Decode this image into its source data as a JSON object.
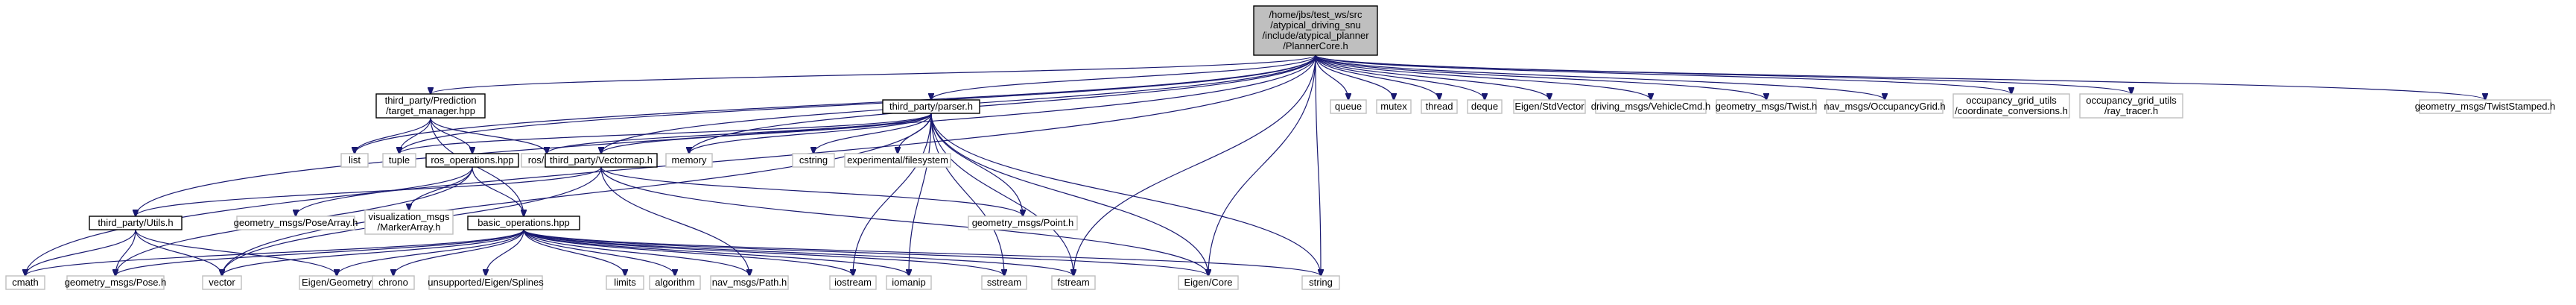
{
  "nodes": [
    {
      "id": "root",
      "kind": "root",
      "lines": [
        "/home/jbs/test_ws/src",
        "/atypical_driving_snu",
        "/include/atypical_planner",
        "/PlannerCore.h"
      ]
    },
    {
      "id": "prediction",
      "kind": "doc",
      "lines": [
        "third_party/Prediction",
        "/target_manager.hpp"
      ]
    },
    {
      "id": "parser",
      "kind": "doc",
      "lines": [
        "third_party/parser.h"
      ]
    },
    {
      "id": "queue",
      "kind": "ext",
      "lines": [
        "queue"
      ]
    },
    {
      "id": "mutex",
      "kind": "ext",
      "lines": [
        "mutex"
      ]
    },
    {
      "id": "thread",
      "kind": "ext",
      "lines": [
        "thread"
      ]
    },
    {
      "id": "deque",
      "kind": "ext",
      "lines": [
        "deque"
      ]
    },
    {
      "id": "stdvector",
      "kind": "ext",
      "lines": [
        "Eigen/StdVector"
      ]
    },
    {
      "id": "vehiclecmd",
      "kind": "ext",
      "lines": [
        "driving_msgs/VehicleCmd.h"
      ]
    },
    {
      "id": "twist",
      "kind": "ext",
      "lines": [
        "geometry_msgs/Twist.h"
      ]
    },
    {
      "id": "occgrid",
      "kind": "ext",
      "lines": [
        "nav_msgs/OccupancyGrid.h"
      ]
    },
    {
      "id": "coordconv",
      "kind": "ext",
      "lines": [
        "occupancy_grid_utils",
        "/coordinate_conversions.h"
      ]
    },
    {
      "id": "raytracer",
      "kind": "ext",
      "lines": [
        "occupancy_grid_utils",
        "/ray_tracer.h"
      ]
    },
    {
      "id": "twiststamped",
      "kind": "ext",
      "lines": [
        "geometry_msgs/TwistStamped.h"
      ]
    },
    {
      "id": "list",
      "kind": "ext",
      "lines": [
        "list"
      ]
    },
    {
      "id": "tuple",
      "kind": "ext",
      "lines": [
        "tuple"
      ]
    },
    {
      "id": "rosops",
      "kind": "doc",
      "lines": [
        "ros_operations.hpp"
      ]
    },
    {
      "id": "rosros",
      "kind": "ext",
      "lines": [
        "ros/ros.h"
      ]
    },
    {
      "id": "vectormap",
      "kind": "doc",
      "lines": [
        "third_party/Vectormap.h"
      ]
    },
    {
      "id": "memory",
      "kind": "ext",
      "lines": [
        "memory"
      ]
    },
    {
      "id": "cstring",
      "kind": "ext",
      "lines": [
        "cstring"
      ]
    },
    {
      "id": "filesystem",
      "kind": "ext",
      "lines": [
        "experimental/filesystem"
      ]
    },
    {
      "id": "utils",
      "kind": "doc",
      "lines": [
        "third_party/Utils.h"
      ]
    },
    {
      "id": "posearray",
      "kind": "ext",
      "lines": [
        "geometry_msgs/PoseArray.h"
      ]
    },
    {
      "id": "markerarray",
      "kind": "ext",
      "lines": [
        "visualization_msgs",
        "/MarkerArray.h"
      ]
    },
    {
      "id": "basicops",
      "kind": "doc",
      "lines": [
        "basic_operations.hpp"
      ]
    },
    {
      "id": "point",
      "kind": "ext",
      "lines": [
        "geometry_msgs/Point.h"
      ]
    },
    {
      "id": "cmath",
      "kind": "ext",
      "lines": [
        "cmath"
      ]
    },
    {
      "id": "pose",
      "kind": "ext",
      "lines": [
        "geometry_msgs/Pose.h"
      ]
    },
    {
      "id": "vector",
      "kind": "ext",
      "lines": [
        "vector"
      ]
    },
    {
      "id": "geometry",
      "kind": "ext",
      "lines": [
        "Eigen/Geometry"
      ]
    },
    {
      "id": "chrono",
      "kind": "ext",
      "lines": [
        "chrono"
      ]
    },
    {
      "id": "splines",
      "kind": "ext",
      "lines": [
        "unsupported/Eigen/Splines"
      ]
    },
    {
      "id": "limits",
      "kind": "ext",
      "lines": [
        "limits"
      ]
    },
    {
      "id": "algorithm",
      "kind": "ext",
      "lines": [
        "algorithm"
      ]
    },
    {
      "id": "path",
      "kind": "ext",
      "lines": [
        "nav_msgs/Path.h"
      ]
    },
    {
      "id": "iostream",
      "kind": "ext",
      "lines": [
        "iostream"
      ]
    },
    {
      "id": "iomanip",
      "kind": "ext",
      "lines": [
        "iomanip"
      ]
    },
    {
      "id": "sstream",
      "kind": "ext",
      "lines": [
        "sstream"
      ]
    },
    {
      "id": "fstream",
      "kind": "ext",
      "lines": [
        "fstream"
      ]
    },
    {
      "id": "eigencore",
      "kind": "ext",
      "lines": [
        "Eigen/Core"
      ]
    },
    {
      "id": "string",
      "kind": "ext",
      "lines": [
        "string"
      ]
    }
  ],
  "edges": [
    [
      "root",
      "prediction"
    ],
    [
      "root",
      "parser"
    ],
    [
      "root",
      "queue"
    ],
    [
      "root",
      "mutex"
    ],
    [
      "root",
      "thread"
    ],
    [
      "root",
      "deque"
    ],
    [
      "root",
      "stdvector"
    ],
    [
      "root",
      "vehiclecmd"
    ],
    [
      "root",
      "twist"
    ],
    [
      "root",
      "occgrid"
    ],
    [
      "root",
      "coordconv"
    ],
    [
      "root",
      "raytracer"
    ],
    [
      "root",
      "twiststamped"
    ],
    [
      "root",
      "list"
    ],
    [
      "root",
      "tuple"
    ],
    [
      "root",
      "memory"
    ],
    [
      "root",
      "vectormap"
    ],
    [
      "root",
      "utils"
    ],
    [
      "root",
      "cmath"
    ],
    [
      "root",
      "fstream"
    ],
    [
      "root",
      "eigencore"
    ],
    [
      "root",
      "string"
    ],
    [
      "prediction",
      "list"
    ],
    [
      "prediction",
      "tuple"
    ],
    [
      "prediction",
      "rosops"
    ],
    [
      "prediction",
      "rosros"
    ],
    [
      "prediction",
      "basicops"
    ],
    [
      "parser",
      "tuple"
    ],
    [
      "parser",
      "rosros"
    ],
    [
      "parser",
      "vectormap"
    ],
    [
      "parser",
      "memory"
    ],
    [
      "parser",
      "cstring"
    ],
    [
      "parser",
      "filesystem"
    ],
    [
      "parser",
      "point"
    ],
    [
      "parser",
      "iostream"
    ],
    [
      "parser",
      "iomanip"
    ],
    [
      "parser",
      "sstream"
    ],
    [
      "parser",
      "fstream"
    ],
    [
      "parser",
      "eigencore"
    ],
    [
      "parser",
      "string"
    ],
    [
      "parser",
      "vector"
    ],
    [
      "rosops",
      "pose"
    ],
    [
      "rosops",
      "posearray"
    ],
    [
      "rosops",
      "markerarray"
    ],
    [
      "rosops",
      "basicops"
    ],
    [
      "vectormap",
      "utils"
    ],
    [
      "vectormap",
      "point"
    ],
    [
      "vectormap",
      "path"
    ],
    [
      "vectormap",
      "eigencore"
    ],
    [
      "vectormap",
      "vector"
    ],
    [
      "utils",
      "cmath"
    ],
    [
      "utils",
      "pose"
    ],
    [
      "utils",
      "vector"
    ],
    [
      "utils",
      "geometry"
    ],
    [
      "basicops",
      "vector"
    ],
    [
      "basicops",
      "geometry"
    ],
    [
      "basicops",
      "chrono"
    ],
    [
      "basicops",
      "splines"
    ],
    [
      "basicops",
      "limits"
    ],
    [
      "basicops",
      "algorithm"
    ],
    [
      "basicops",
      "path"
    ],
    [
      "basicops",
      "iostream"
    ],
    [
      "basicops",
      "iomanip"
    ],
    [
      "basicops",
      "sstream"
    ],
    [
      "basicops",
      "fstream"
    ],
    [
      "basicops",
      "eigencore"
    ],
    [
      "basicops",
      "string"
    ],
    [
      "basicops",
      "pose"
    ],
    [
      "basicops",
      "cmath"
    ]
  ]
}
